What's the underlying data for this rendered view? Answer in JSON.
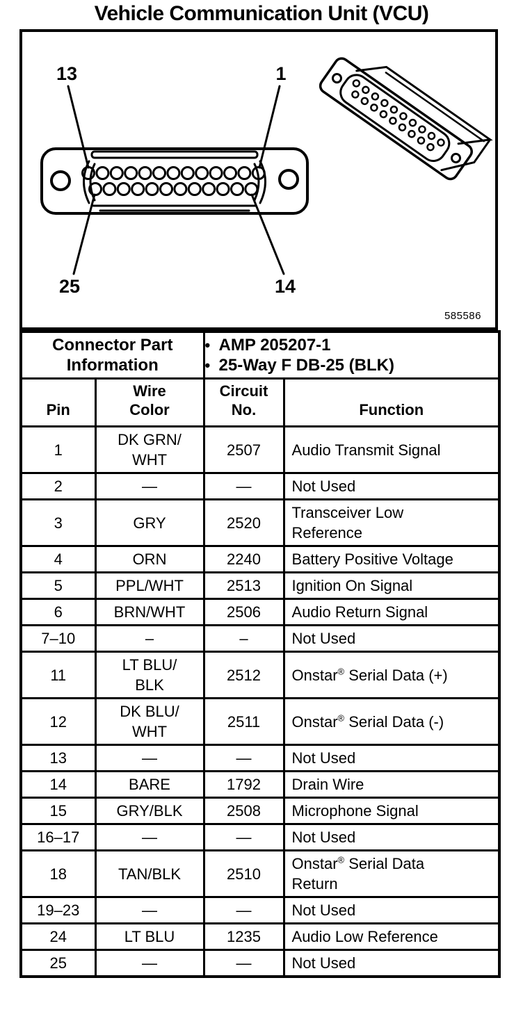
{
  "title": "Vehicle Communication Unit (VCU)",
  "figure": {
    "figure_number": "585586",
    "callouts": {
      "top_left": "13",
      "top_right": "1",
      "bottom_left": "25",
      "bottom_right": "14"
    }
  },
  "connector_info": {
    "header": "Connector Part Information",
    "bullets": [
      "AMP 205207-1",
      "25-Way F DB-25 (BLK)"
    ]
  },
  "table": {
    "columns": [
      "Pin",
      "Wire\nColor",
      "Circuit\nNo.",
      "Function"
    ],
    "rows": [
      {
        "pin": "1",
        "wire_color": "DK GRN/\nWHT",
        "circuit_no": "2507",
        "function": "Audio Transmit Signal"
      },
      {
        "pin": "2",
        "wire_color": "—",
        "circuit_no": "—",
        "function": "Not Used"
      },
      {
        "pin": "3",
        "wire_color": "GRY",
        "circuit_no": "2520",
        "function": "Transceiver Low\nReference"
      },
      {
        "pin": "4",
        "wire_color": "ORN",
        "circuit_no": "2240",
        "function": "Battery Positive Voltage"
      },
      {
        "pin": "5",
        "wire_color": "PPL/WHT",
        "circuit_no": "2513",
        "function": "Ignition On Signal"
      },
      {
        "pin": "6",
        "wire_color": "BRN/WHT",
        "circuit_no": "2506",
        "function": "Audio Return Signal"
      },
      {
        "pin": "7–10",
        "wire_color": "–",
        "circuit_no": "–",
        "function": "Not Used"
      },
      {
        "pin": "11",
        "wire_color": "LT BLU/\nBLK",
        "circuit_no": "2512",
        "function": "Onstar® Serial Data (+)"
      },
      {
        "pin": "12",
        "wire_color": "DK BLU/\nWHT",
        "circuit_no": "2511",
        "function": "Onstar® Serial Data (-)"
      },
      {
        "pin": "13",
        "wire_color": "—",
        "circuit_no": "—",
        "function": "Not Used"
      },
      {
        "pin": "14",
        "wire_color": "BARE",
        "circuit_no": "1792",
        "function": "Drain Wire"
      },
      {
        "pin": "15",
        "wire_color": "GRY/BLK",
        "circuit_no": "2508",
        "function": "Microphone Signal"
      },
      {
        "pin": "16–17",
        "wire_color": "—",
        "circuit_no": "—",
        "function": "Not Used"
      },
      {
        "pin": "18",
        "wire_color": "TAN/BLK",
        "circuit_no": "2510",
        "function": "Onstar® Serial Data\nReturn"
      },
      {
        "pin": "19–23",
        "wire_color": "—",
        "circuit_no": "—",
        "function": "Not Used"
      },
      {
        "pin": "24",
        "wire_color": "LT BLU",
        "circuit_no": "1235",
        "function": "Audio Low Reference"
      },
      {
        "pin": "25",
        "wire_color": "—",
        "circuit_no": "—",
        "function": "Not Used"
      }
    ]
  }
}
